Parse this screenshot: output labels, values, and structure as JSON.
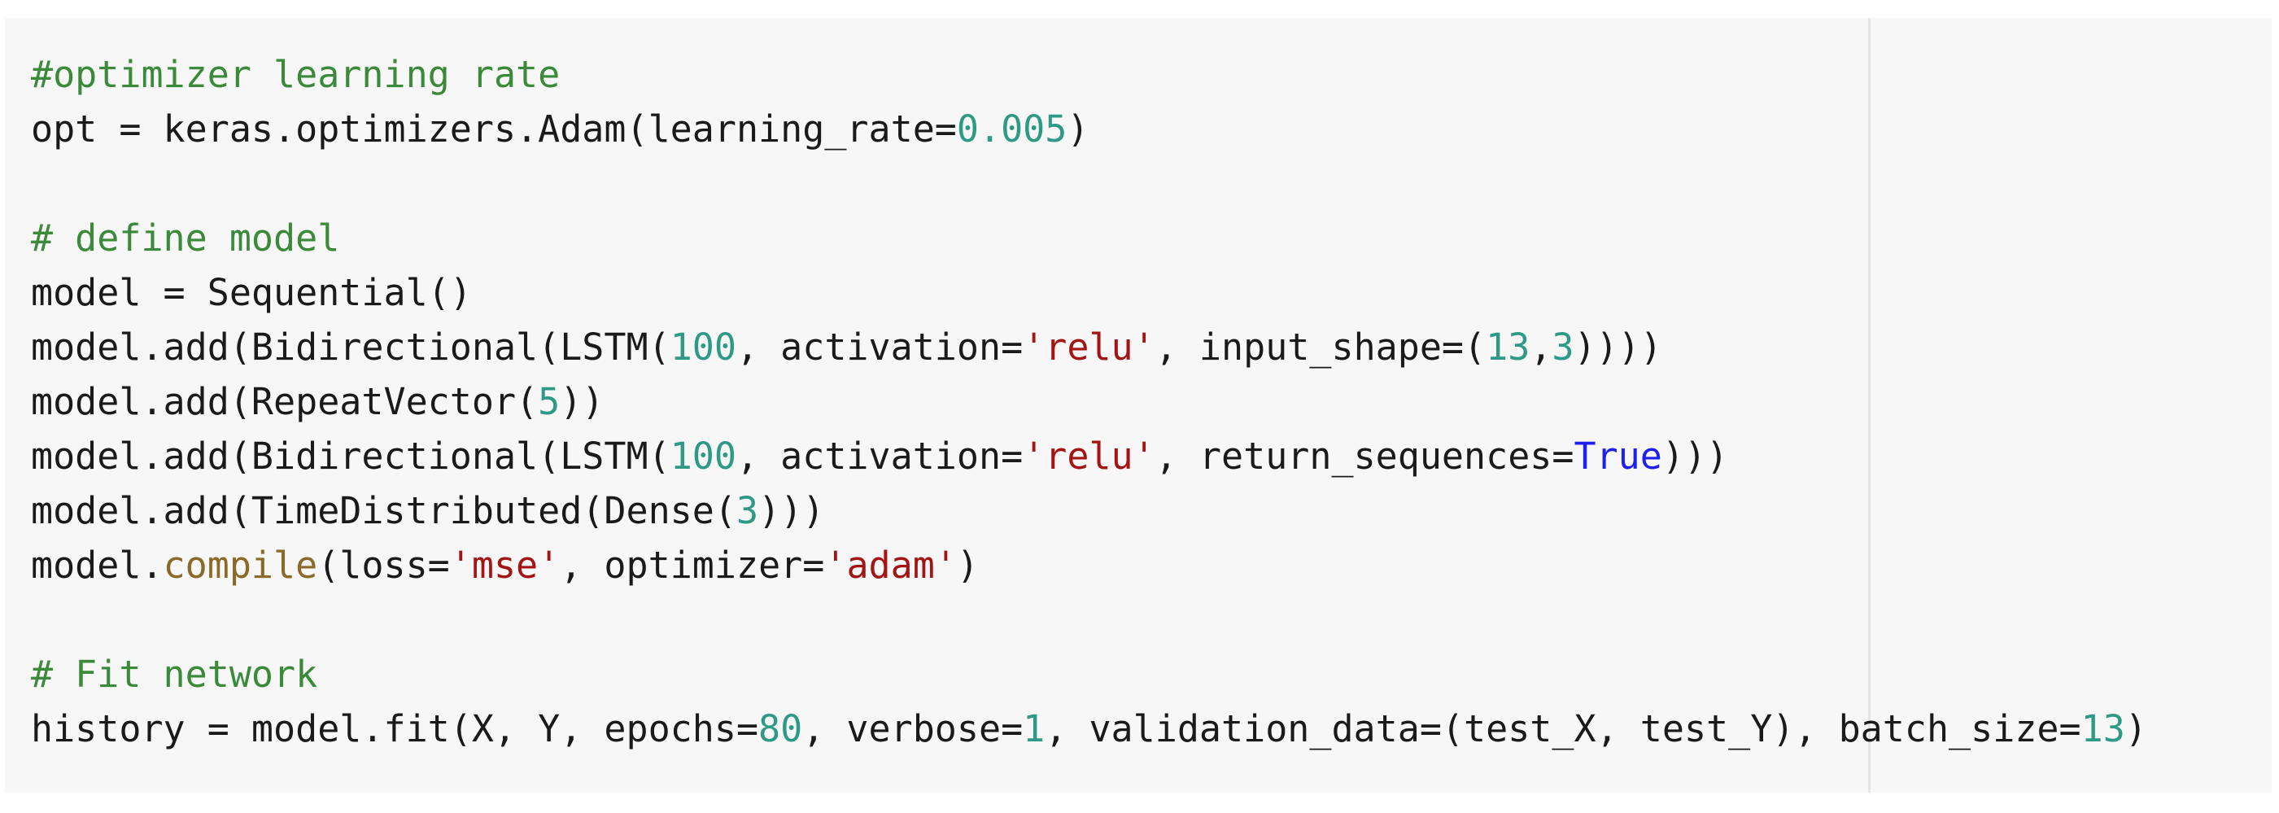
{
  "code_cell": {
    "lines": [
      {
        "tokens": [
          {
            "t": "#optimizer learning rate",
            "k": "comment"
          }
        ]
      },
      {
        "tokens": [
          {
            "t": "opt = keras.optimizers.Adam(learning_rate=",
            "k": "plain"
          },
          {
            "t": "0.005",
            "k": "num"
          },
          {
            "t": ")",
            "k": "plain"
          }
        ]
      },
      {
        "tokens": []
      },
      {
        "tokens": [
          {
            "t": "# define model",
            "k": "comment"
          }
        ]
      },
      {
        "tokens": [
          {
            "t": "model = Sequential()",
            "k": "plain"
          }
        ]
      },
      {
        "tokens": [
          {
            "t": "model.add(Bidirectional(LSTM(",
            "k": "plain"
          },
          {
            "t": "100",
            "k": "num"
          },
          {
            "t": ", activation=",
            "k": "plain"
          },
          {
            "t": "'relu'",
            "k": "str"
          },
          {
            "t": ", input_shape=(",
            "k": "plain"
          },
          {
            "t": "13",
            "k": "num"
          },
          {
            "t": ",",
            "k": "plain"
          },
          {
            "t": "3",
            "k": "num"
          },
          {
            "t": "))))",
            "k": "plain"
          }
        ]
      },
      {
        "tokens": [
          {
            "t": "model.add(RepeatVector(",
            "k": "plain"
          },
          {
            "t": "5",
            "k": "num"
          },
          {
            "t": "))",
            "k": "plain"
          }
        ]
      },
      {
        "tokens": [
          {
            "t": "model.add(Bidirectional(LSTM(",
            "k": "plain"
          },
          {
            "t": "100",
            "k": "num"
          },
          {
            "t": ", activation=",
            "k": "plain"
          },
          {
            "t": "'relu'",
            "k": "str"
          },
          {
            "t": ", return_sequences=",
            "k": "plain"
          },
          {
            "t": "True",
            "k": "kw"
          },
          {
            "t": ")))",
            "k": "plain"
          }
        ]
      },
      {
        "tokens": [
          {
            "t": "model.add(TimeDistributed(Dense(",
            "k": "plain"
          },
          {
            "t": "3",
            "k": "num"
          },
          {
            "t": ")))",
            "k": "plain"
          }
        ]
      },
      {
        "tokens": [
          {
            "t": "model.",
            "k": "plain"
          },
          {
            "t": "compile",
            "k": "method"
          },
          {
            "t": "(loss=",
            "k": "plain"
          },
          {
            "t": "'mse'",
            "k": "str"
          },
          {
            "t": ", optimizer=",
            "k": "plain"
          },
          {
            "t": "'adam'",
            "k": "str"
          },
          {
            "t": ")",
            "k": "plain"
          }
        ]
      },
      {
        "tokens": []
      },
      {
        "tokens": [
          {
            "t": "# Fit network",
            "k": "comment"
          }
        ]
      },
      {
        "tokens": [
          {
            "t": "history = model.fit(X, Y, epochs=",
            "k": "plain"
          },
          {
            "t": "80",
            "k": "num"
          },
          {
            "t": ", verbose=",
            "k": "plain"
          },
          {
            "t": "1",
            "k": "num"
          },
          {
            "t": ", validation_data=(test_X, test_Y), batch_size=",
            "k": "plain"
          },
          {
            "t": "13",
            "k": "num"
          },
          {
            "t": ")",
            "k": "plain"
          }
        ]
      }
    ]
  }
}
